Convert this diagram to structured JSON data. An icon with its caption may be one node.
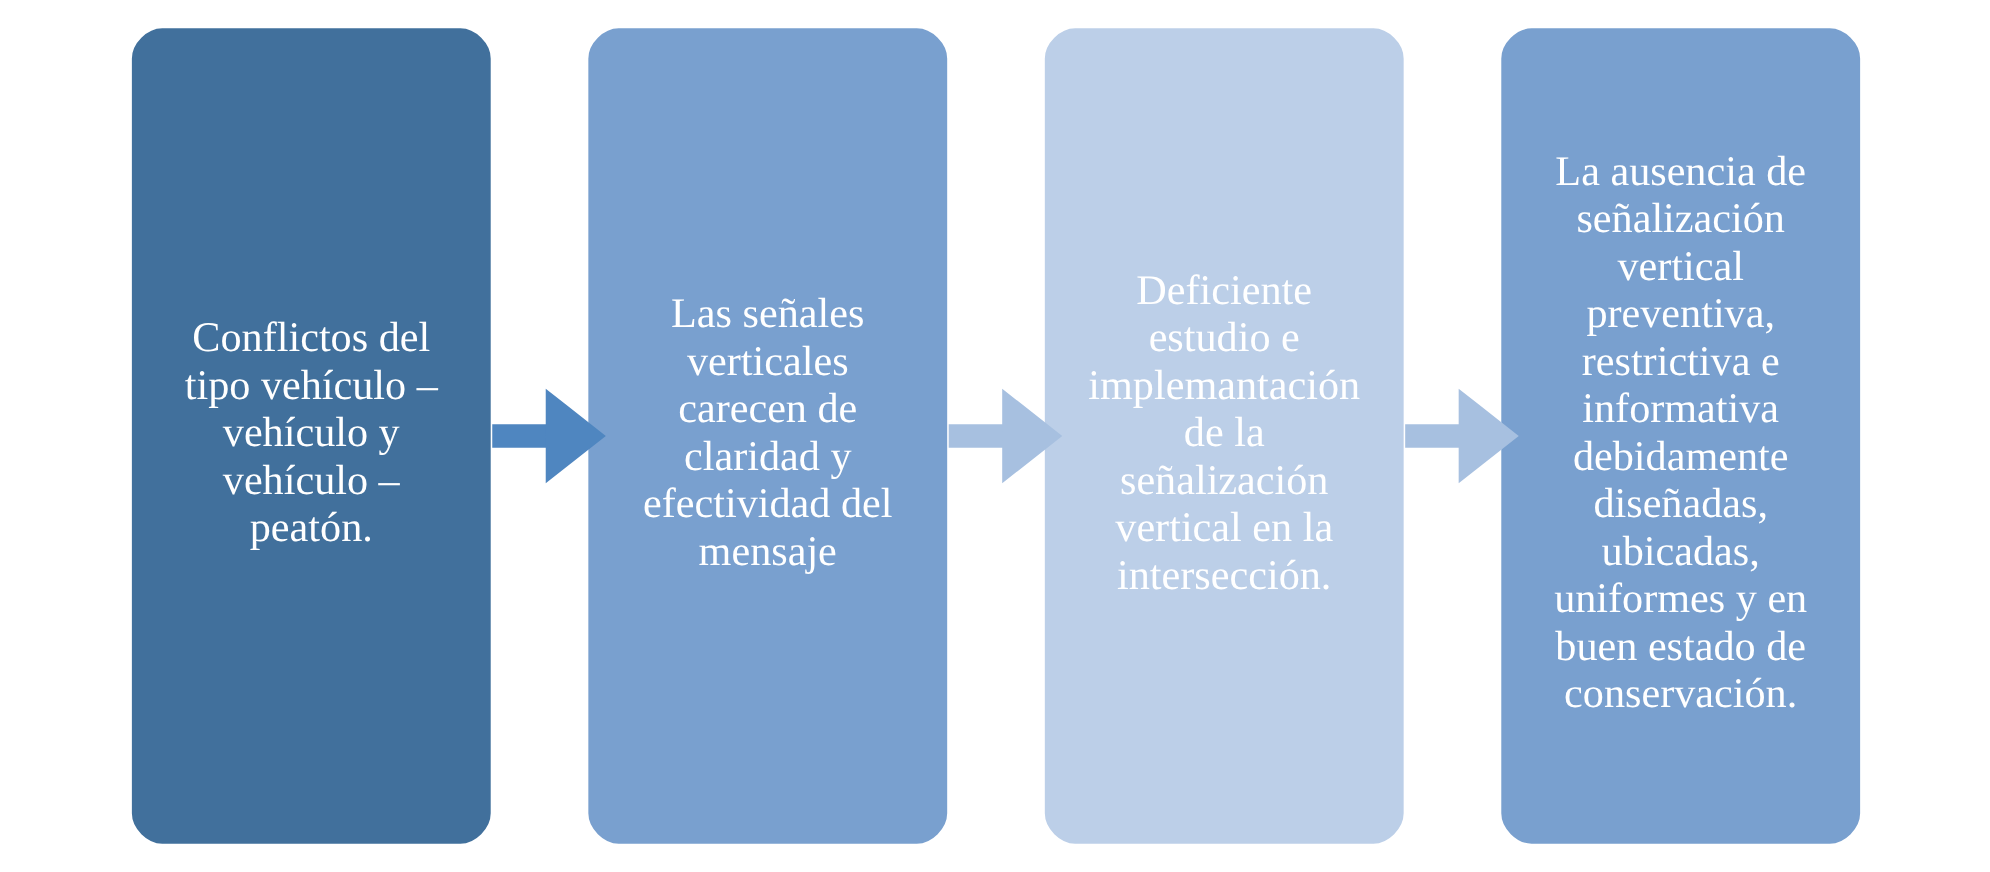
{
  "diagram": {
    "nodes": [
      {
        "text": [
          "Conflictos del tipo vehículo – vehículo y vehículo – peatón."
        ]
      },
      {
        "text": [
          "Las señales verticales carecen de claridad y efectividad del mensaje"
        ]
      },
      {
        "text": [
          "Deficiente estudio e implemantación de la señalización vertical en la intersección."
        ]
      },
      {
        "text": [
          "La ausencia de señalización vertical preventiva, restrictiva e informativa debidamente diseñadas, ubicadas, uniformes y en buen estado de conservación."
        ]
      }
    ],
    "edges": [
      {
        "from": 0,
        "to": 1,
        "arrow": "to",
        "color": "#4f86c0"
      },
      {
        "from": 1,
        "to": 2,
        "arrow": "to"
      },
      {
        "from": 2,
        "to": 3,
        "arrow": "to"
      }
    ]
  }
}
